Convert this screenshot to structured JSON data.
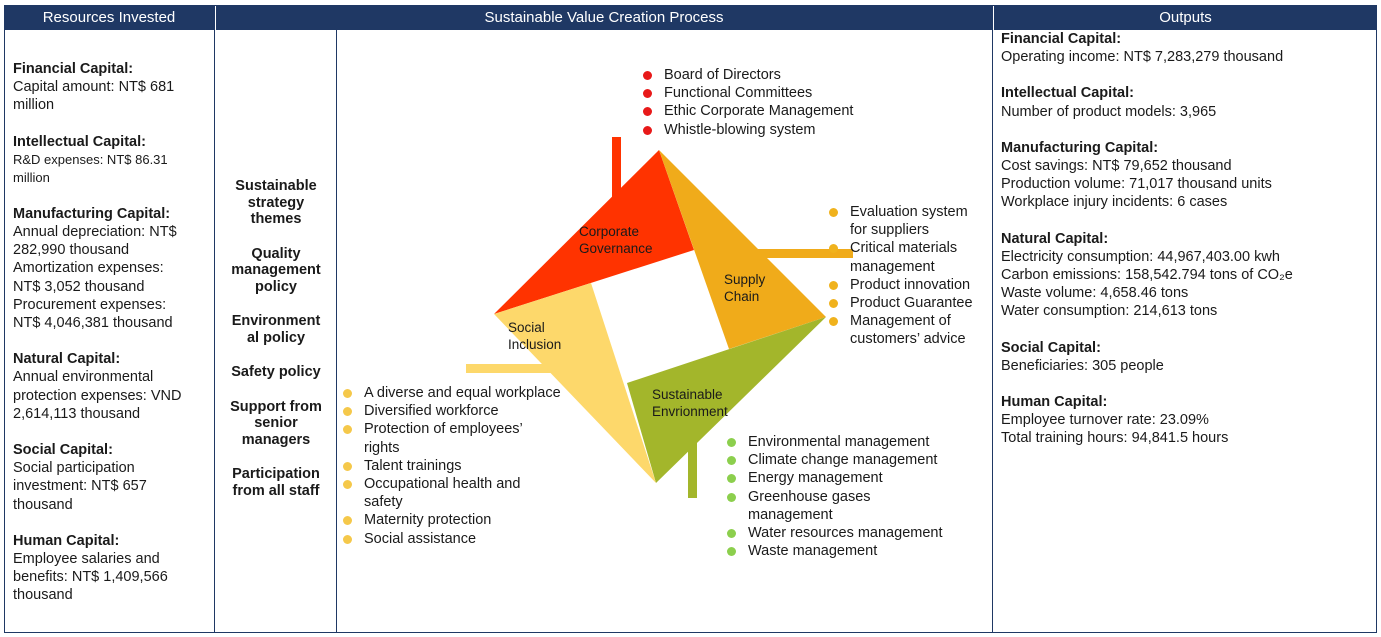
{
  "headers": {
    "resources": "Resources Invested",
    "process": "Sustainable Value Creation Process",
    "outputs": "Outputs"
  },
  "resources": [
    {
      "title": "Financial Capital:",
      "lines": [
        "Capital amount: NT$ 681",
        "million"
      ]
    },
    {
      "title": "Intellectual Capital:",
      "lines": [
        "R&D expenses: NT$ 86.31",
        "million"
      ]
    },
    {
      "title": "Manufacturing Capital:",
      "lines": [
        "Annual depreciation: NT$",
        "282,990 thousand",
        "Amortization expenses:",
        "NT$ 3,052 thousand",
        "Procurement expenses:",
        "NT$ 4,046,381 thousand"
      ]
    },
    {
      "title": "Natural Capital:",
      "lines": [
        "Annual environmental",
        "protection expenses: VND",
        "2,614,113 thousand"
      ]
    },
    {
      "title": "Social Capital:",
      "lines": [
        "Social participation",
        "investment: NT$ 657",
        "thousand"
      ]
    },
    {
      "title": "Human Capital:",
      "lines": [
        "Employee salaries and",
        "benefits: NT$ 1,409,566",
        "thousand"
      ]
    }
  ],
  "themes": [
    [
      "Sustainable",
      "strategy",
      "themes"
    ],
    [
      "Quality",
      "management",
      "policy"
    ],
    [
      "Environment",
      "al policy"
    ],
    [
      "Safety policy"
    ],
    [
      "Support from",
      "senior",
      "managers"
    ],
    [
      "Participation",
      "from all staff"
    ]
  ],
  "diagram": {
    "segments": {
      "governance": [
        "Corporate",
        "Governance"
      ],
      "supply": [
        "Supply",
        "Chain"
      ],
      "environment": [
        "Sustainable",
        "Envrionment"
      ],
      "social": [
        "Social",
        "Inclusion"
      ]
    },
    "colors": {
      "governance": "#ff3300",
      "supply": "#f0ab1a",
      "environment": "#a3b62b",
      "social": "#fdd86b",
      "governance_dot": "#e81919",
      "supply_dot": "#f0b21d",
      "environment_dot": "#8ccf4d",
      "social_dot": "#f5c84a",
      "header_bg": "#1f3864"
    },
    "governance_items": [
      "Board of Directors",
      "Functional Committees",
      "Ethic Corporate Management",
      "Whistle-blowing system"
    ],
    "supply_items": [
      [
        "Evaluation system",
        "for suppliers"
      ],
      [
        "Critical materials",
        "management"
      ],
      [
        "Product innovation"
      ],
      [
        "Product Guarantee"
      ],
      [
        "Management of",
        "customers’ advice"
      ]
    ],
    "social_items": [
      [
        "A diverse and equal workplace"
      ],
      [
        "Diversified workforce"
      ],
      [
        "Protection of employees’",
        "rights"
      ],
      [
        "Talent trainings"
      ],
      [
        "Occupational health and",
        "safety"
      ],
      [
        "Maternity protection"
      ],
      [
        "Social assistance"
      ]
    ],
    "environment_items": [
      [
        "Environmental management"
      ],
      [
        "Climate change management"
      ],
      [
        "Energy management"
      ],
      [
        "Greenhouse gases",
        "management"
      ],
      [
        "Water resources management"
      ],
      [
        "Waste management"
      ]
    ]
  },
  "outputs": [
    {
      "title": "Financial Capital:",
      "lines": [
        "Operating income: NT$ 7,283,279 thousand"
      ]
    },
    {
      "title": "Intellectual Capital:",
      "lines": [
        "Number of product models: 3,965"
      ]
    },
    {
      "title": "Manufacturing Capital:",
      "lines": [
        "Cost savings: NT$ 79,652 thousand",
        "Production volume: 71,017 thousand units",
        "Workplace injury incidents: 6 cases"
      ]
    },
    {
      "title": "Natural Capital:",
      "lines": [
        "Electricity consumption: 44,967,403.00 kwh",
        "Carbon emissions: 158,542.794 tons of CO₂e",
        "Waste volume: 4,658.46 tons",
        "Water consumption: 214,613 tons"
      ]
    },
    {
      "title": "Social Capital:",
      "lines": [
        "Beneficiaries: 305 people"
      ]
    },
    {
      "title": "Human Capital:",
      "lines": [
        "Employee turnover rate: 23.09%",
        "Total training hours: 94,841.5 hours"
      ]
    }
  ]
}
